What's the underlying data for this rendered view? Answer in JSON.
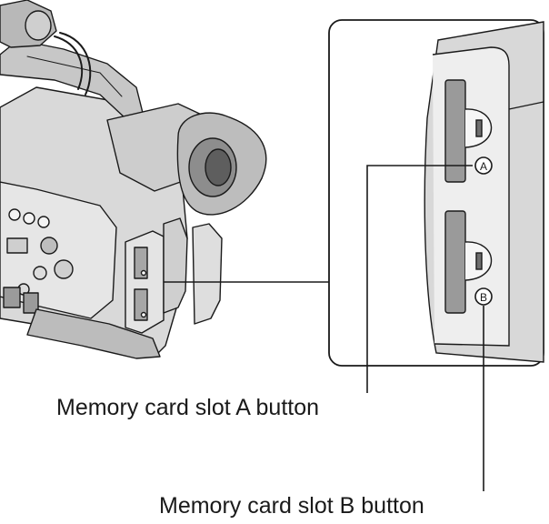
{
  "callouts": {
    "slot_a_label": "Memory card slot A button",
    "slot_b_label": "Memory card slot B button",
    "slot_a_button_letter": "A",
    "slot_b_button_letter": "B"
  },
  "colors": {
    "line": "#1a1a1a",
    "fill_light": "#ededed",
    "fill_mid": "#cfcfcf",
    "fill_dark": "#8a8a8a",
    "background": "#ffffff"
  }
}
